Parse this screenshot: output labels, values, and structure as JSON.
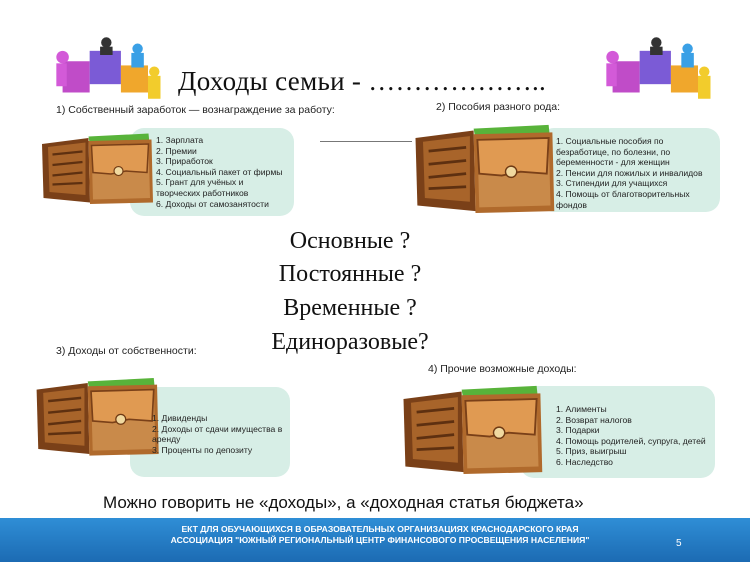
{
  "title": "Доходы семьи  - ………………..",
  "sections": [
    {
      "header": "1) Собственный заработок — вознаграждение за работу:",
      "items": [
        "1. Зарплата",
        "2. Премии",
        "3. Приработок",
        "4. Социальный пакет от фирмы",
        "5. Грант для учёных и творческих работников",
        "6. Доходы от самозанятости"
      ]
    },
    {
      "header": "2) Пособия разного рода:",
      "items": [
        "1. Социальные пособия по безработице, по болезни, по беременности - для женщин",
        "2. Пенсии для пожилых и инвалидов",
        "3. Стипендии для учащихся",
        "4. Помощь от благотворительных фондов"
      ]
    },
    {
      "header": "3) Доходы от собственности:",
      "items": [
        "1. Дивиденды",
        "2. Доходы от сдачи имущества в аренду",
        "3. Проценты по депозиту"
      ]
    },
    {
      "header": "4) Прочие возможные доходы:",
      "items": [
        "1. Алименты",
        "2. Возврат налогов",
        "3. Подарки",
        "4. Помощь родителей, супруга, детей",
        "5. Приз, выигрыш",
        "6. Наследство"
      ]
    }
  ],
  "questions": [
    "Основные ?",
    "Постоянные ?",
    "Временные ?",
    "Единоразовые?"
  ],
  "note": "Можно говорить не «доходы», а «доходная статья бюджета»",
  "footer": {
    "line1": "ЕКТ ДЛЯ ОБУЧАЮЩИХСЯ В ОБРАЗОВАТЕЛЬНЫХ ОРГАНИЗАЦИЯХ КРАСНОДАРСКОГО КРАЯ",
    "line2": "АССОЦИАЦИЯ \"ЮЖНЫЙ РЕГИОНАЛЬНЫЙ ЦЕНТР ФИНАНСОВОГО ПРОСВЕЩЕНИЯ НАСЕЛЕНИЯ\"",
    "page": "5"
  },
  "colors": {
    "panel": "#d7eee6",
    "footer": "#1f74bf",
    "wallet": "#a8642a"
  }
}
